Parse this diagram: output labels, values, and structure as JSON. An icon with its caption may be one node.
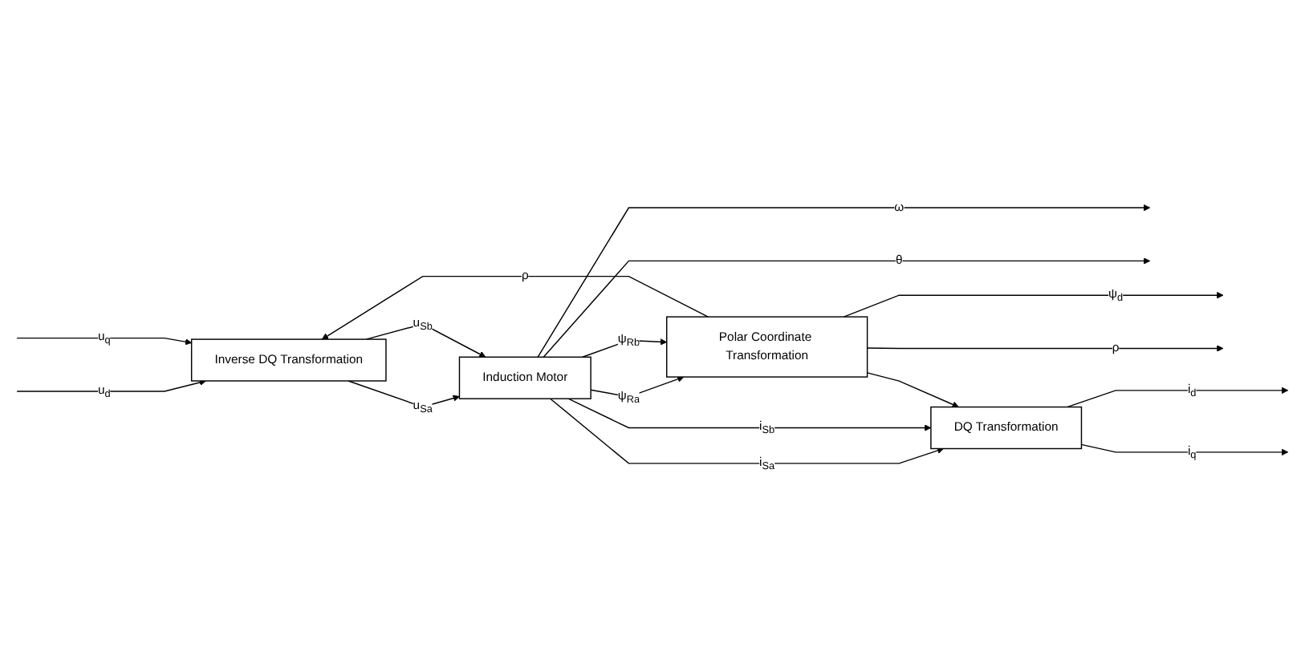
{
  "diagram": {
    "nodes": [
      {
        "text": [
          "Inverse DQ Transformation"
        ]
      },
      {
        "text": [
          "Induction Motor"
        ]
      },
      {
        "text": [
          "Polar Coordinate Transformation"
        ]
      },
      {
        "text": [
          "DQ Transformation"
        ]
      }
    ],
    "edges": [
      {
        "from": null,
        "to": 0,
        "arrow": "to",
        "label": "u$_{d}$"
      },
      {
        "from": null,
        "to": 0,
        "arrow": "to",
        "label": "u$_{q}$"
      },
      {
        "from": 2,
        "to": 0,
        "arrow": "to",
        "label": "ρ"
      },
      {
        "from": 0,
        "to": 1,
        "arrow": "to",
        "label": "u$_{Sa}$"
      },
      {
        "from": 0,
        "to": 1,
        "arrow": "to",
        "label": "u$_{Sb}$"
      },
      {
        "from": 1,
        "to": 2,
        "arrow": "to",
        "label": "ψ$_{Ra}$"
      },
      {
        "from": 1,
        "to": 2,
        "arrow": "to",
        "label": "ψ$_{Rb}$"
      },
      {
        "from": 1,
        "to": 3,
        "arrow": "to",
        "label": "i$_{Sa}$"
      },
      {
        "from": 1,
        "to": 3,
        "arrow": "to",
        "label": "i$_{Sb}$"
      },
      {
        "from": 1,
        "to": null,
        "arrow": "to",
        "label": "ω"
      },
      {
        "from": 1,
        "to": null,
        "arrow": "to",
        "label": "θ"
      },
      {
        "from": 2,
        "to": null,
        "arrow": "to",
        "label": "ψ$_{d}$"
      },
      {
        "from": 2,
        "to": null,
        "arrow": "to",
        "label": "ρ"
      },
      {
        "from": 2,
        "to": 3,
        "arrow": "to"
      },
      {
        "from": 3,
        "to": null,
        "arrow": "to",
        "label": "i$_{d}$"
      },
      {
        "from": 3,
        "to": null,
        "arrow": "to",
        "label": "i$_{q}$"
      }
    ]
  }
}
